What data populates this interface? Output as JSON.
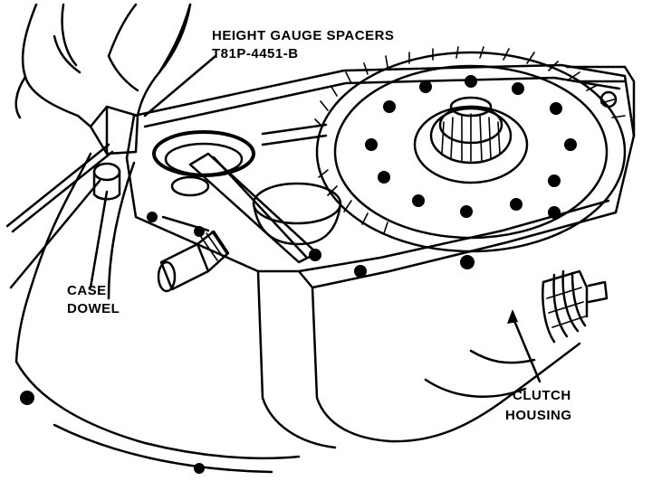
{
  "labels": {
    "height_gauge_spacers": "HEIGHT GAUGE SPACERS",
    "part_number": "T81P-4451-B",
    "case_dowel_line1": "CASE",
    "case_dowel_line2": "DOWEL",
    "clutch_housing_line1": "CLUTCH",
    "clutch_housing_line2": "HOUSING"
  }
}
